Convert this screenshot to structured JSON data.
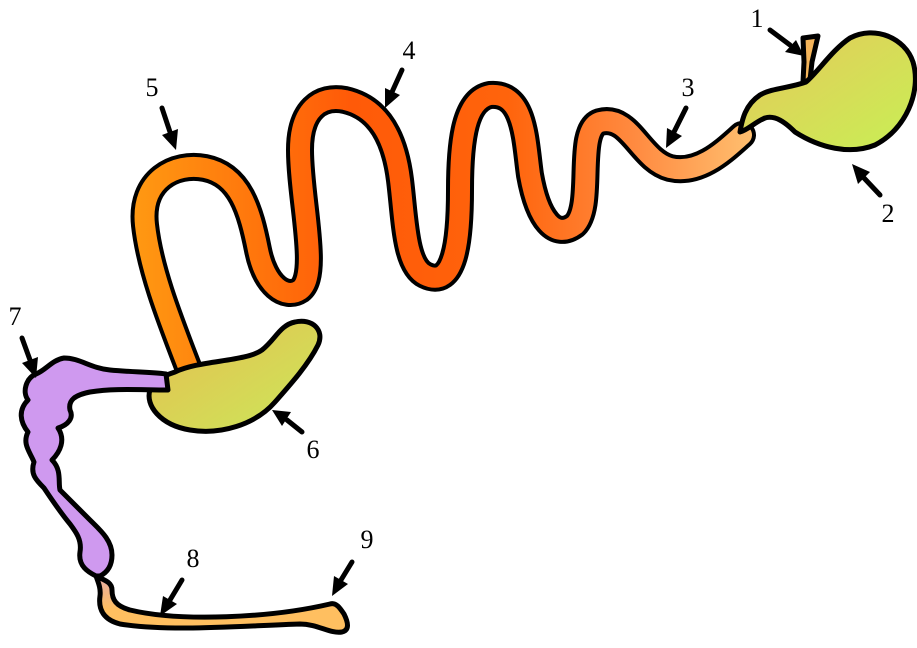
{
  "labels": [
    {
      "id": "1",
      "text": "1"
    },
    {
      "id": "2",
      "text": "2"
    },
    {
      "id": "3",
      "text": "3"
    },
    {
      "id": "4",
      "text": "4"
    },
    {
      "id": "5",
      "text": "5"
    },
    {
      "id": "6",
      "text": "6"
    },
    {
      "id": "7",
      "text": "7"
    },
    {
      "id": "8",
      "text": "8"
    },
    {
      "id": "9",
      "text": "9"
    }
  ],
  "colors": {
    "outline": "#000000",
    "stomach_light": "#c8ea58",
    "stomach_warm": "#e6c85a",
    "esophagus": "#f4b45a",
    "tube_light": "#ffc062",
    "tube_orange": "#ff9a1a",
    "tube_red": "#ff5a0a",
    "colon_purple": "#cf99ef"
  }
}
